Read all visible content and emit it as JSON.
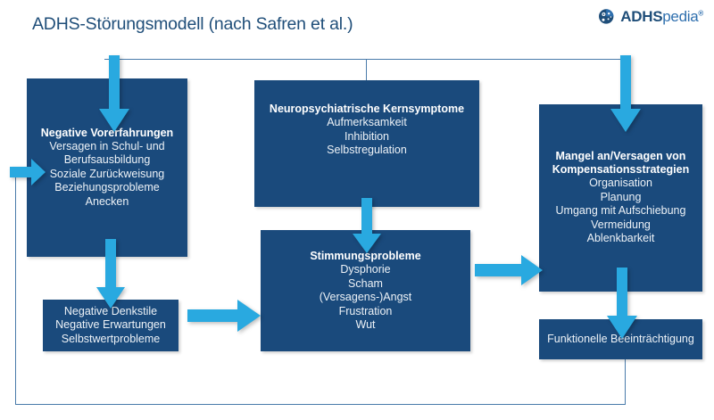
{
  "header": {
    "title": "ADHS-Störungsmodell (nach Safren et al.)",
    "logo": {
      "name": "ADHSpedia",
      "part_bold": "ADHS",
      "part_light": "pedia",
      "registered": "®",
      "icon": "adhspedia-circle-icon"
    }
  },
  "colors": {
    "box_fill": "#1A4A7C",
    "arrow_fill": "#29A9E0",
    "line_stroke": "#4A7BAA",
    "title_text": "#1F4E79",
    "background": "#FFFFFF"
  },
  "boxes": [
    {
      "id": "negative-vorerfahrungen",
      "header": "Negative Vorerfahrungen",
      "items": [
        "Versagen in Schul- und",
        "Berufsausbildung",
        "Soziale Zurückweisung",
        "Beziehungsprobleme",
        "Anecken"
      ]
    },
    {
      "id": "neuropsychiatrische-kernsymptome",
      "header": "Neuropsychiatrische Kernsymptome",
      "items": [
        "Aufmerksamkeit",
        "Inhibition",
        "Selbstregulation"
      ]
    },
    {
      "id": "mangel-kompensationsstrategien",
      "header": "Mangel an/Versagen von Kompensationsstrategien",
      "header_line1": "Mangel an/Versagen von",
      "header_line2": "Kompensationsstrategien",
      "items": [
        "Organisation",
        "Planung",
        "Umgang mit Aufschiebung",
        "Vermeidung",
        "Ablenkbarkeit"
      ]
    },
    {
      "id": "negative-denkstile",
      "header": "",
      "items": [
        "Negative Denkstile",
        "Negative Erwartungen",
        "Selbstwertprobleme"
      ]
    },
    {
      "id": "stimmungsprobleme",
      "header": "Stimmungsprobleme",
      "items": [
        "Dysphorie",
        "Scham",
        "(Versagens-)Angst",
        "Frustration",
        "Wut"
      ]
    },
    {
      "id": "funktionelle-beeintraechtigung",
      "header": "",
      "items": [
        "Funktionelle Beeinträchtigung"
      ]
    }
  ],
  "arrows": [
    {
      "id": "arrow-down-to-vorerfahrungen",
      "direction": "down"
    },
    {
      "id": "arrow-down-to-kompensationsstrategien",
      "direction": "down"
    },
    {
      "id": "arrow-down-kernsymptome-to-stimmungsprobleme",
      "direction": "down"
    },
    {
      "id": "arrow-down-vorerfahrungen-to-denkstile",
      "direction": "down"
    },
    {
      "id": "arrow-right-denkstile-to-stimmungsprobleme",
      "direction": "right"
    },
    {
      "id": "arrow-right-stimmungsprobleme-to-kompensationsstrategien",
      "direction": "right"
    },
    {
      "id": "arrow-down-kompensationsstrategien-to-beeintraechtigung",
      "direction": "down"
    },
    {
      "id": "arrow-right-feedback-to-vorerfahrungen",
      "direction": "right"
    }
  ]
}
